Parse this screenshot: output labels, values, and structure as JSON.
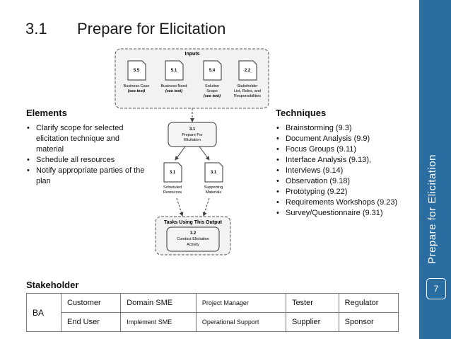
{
  "slide": {
    "number_label": "3.1",
    "title": "Prepare for Elicitation",
    "sidebar_title": "Prepare for Elicitation",
    "page_number": "7"
  },
  "elements": {
    "heading": "Elements",
    "items": [
      "Clarify scope for selected elicitation technique and material",
      "Schedule all resources",
      "Notify appropriate parties of the plan"
    ]
  },
  "techniques": {
    "heading": "Techniques",
    "items": [
      "Brainstorming (9.3)",
      "Document Analysis (9.9)",
      "Focus Groups (9.11)",
      "Interface Analysis (9.13),",
      "Interviews (9.14)",
      "Observation (9.18)",
      "Prototyping (9.22)",
      "Requirements Workshops (9.23)",
      "Survey/Questionnaire (9.31)"
    ]
  },
  "diagram": {
    "inputs_label": "Inputs",
    "inputs": [
      {
        "num": "5.5",
        "line1": "Business Case",
        "line2": "(see text)",
        "line3": "",
        "line4": ""
      },
      {
        "num": "5.1",
        "line1": "Business Need",
        "line2": "(see text)",
        "line3": "",
        "line4": ""
      },
      {
        "num": "5.4",
        "line1": "Solution",
        "line2": "Scope",
        "line3": "(see text)",
        "line4": ""
      },
      {
        "num": "2.2",
        "line1": "Stakeholder",
        "line2": "List, Roles, and",
        "line3": "Responsibilities",
        "line4": ""
      }
    ],
    "task": {
      "num": "3.1",
      "line1": "Prepare For",
      "line2": "Elicitation"
    },
    "outputs": [
      {
        "num": "3.1",
        "line1": "Scheduled",
        "line2": "Resources"
      },
      {
        "num": "3.1",
        "line1": "Supporting",
        "line2": "Materials"
      }
    ],
    "tasks_using_label": "Tasks Using This Output",
    "downstream": {
      "num": "3.2",
      "line1": "Conduct Elicitation",
      "line2": "Activity"
    }
  },
  "stakeholder": {
    "heading": "Stakeholder",
    "group": "BA",
    "rows": [
      [
        "Customer",
        "Domain SME",
        "Project Manager",
        "Tester",
        "Regulator"
      ],
      [
        "End User",
        "Implement SME",
        "Operational Support",
        "Supplier",
        "Sponsor"
      ]
    ]
  },
  "colors": {
    "sidebar": "#2a6da1"
  }
}
